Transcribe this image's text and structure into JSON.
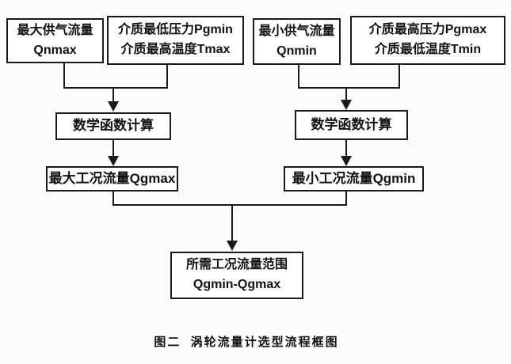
{
  "diagram": {
    "type": "flowchart",
    "caption": "图二  涡轮流量计选型流程框图",
    "nodes": {
      "qnmax": {
        "line1": "最大供气流量",
        "line2": "Qnmax"
      },
      "pgmin_tmax": {
        "line1": "介质最低压力Pgmin",
        "line2": "介质最高温度Tmax"
      },
      "qnmin": {
        "line1": "最小供气流量",
        "line2": "Qnmin"
      },
      "pgmax_tmin": {
        "line1": "介质最高压力Pgmax",
        "line2": "介质最低温度Tmin"
      },
      "math_left": {
        "label": "数学函数计算"
      },
      "math_right": {
        "label": "数学函数计算"
      },
      "qgmax": {
        "label": "最大工况流量Qgmax"
      },
      "qgmin": {
        "label": "最小工况流量Qgmin"
      },
      "result": {
        "line1": "所需工况流量范围",
        "line2": "Qgmin-Qgmax"
      }
    },
    "edges": [
      "qnmax+pgmin_tmax -> math_left",
      "qnmin+pgmax_tmin -> math_right",
      "math_left -> qgmax",
      "math_right -> qgmin",
      "qgmax+qgmin -> result"
    ],
    "colors": {
      "line": "#1a1a1a",
      "text": "#111111",
      "background": "#fcfcfc",
      "box_fill": "#ffffff"
    }
  }
}
